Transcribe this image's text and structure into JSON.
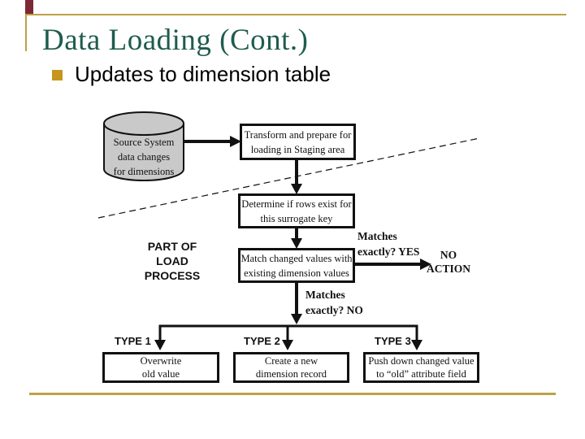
{
  "slide": {
    "title": "Data Loading (Cont.)",
    "bullet_text": "Updates to dimension table"
  },
  "colors": {
    "title_green": "#1E5C4E",
    "border_gold": "#BFA046",
    "bullet_gold": "#C6951F",
    "accent_maroon": "#7D2935",
    "cylinder_gray": "#C9C9C9",
    "diagram_black": "#111111"
  },
  "flowchart": {
    "source_cylinder": "Source System\ndata changes\nfor dimensions",
    "transform_box": "Transform and prepare for\nloading in Staging area",
    "determine_box": "Determine if rows exist for\nthis surrogate key",
    "match_box": "Match changed values with\nexisting dimension values",
    "part_of_label": "PART OF\nLOAD\nPROCESS",
    "matches_yes_label": "Matches\nexactly? YES",
    "no_action_label": "NO\nACTION",
    "matches_no_label": "Matches\nexactly? NO",
    "type1_label": "TYPE 1",
    "type2_label": "TYPE 2",
    "type3_label": "TYPE 3",
    "type1_box": "Overwrite\nold value",
    "type2_box": "Create a new\ndimension record",
    "type3_box": "Push down changed value\nto “old” attribute field"
  }
}
